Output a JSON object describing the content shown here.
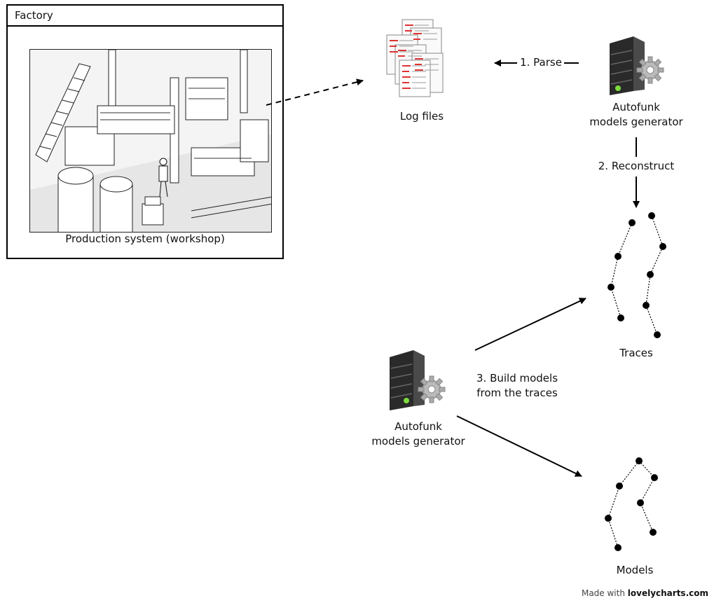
{
  "factory": {
    "title": "Factory",
    "caption": "Production system (workshop)"
  },
  "nodes": {
    "log_files": "Log files",
    "generator_top": {
      "line1": "Autofunk",
      "line2": "models generator"
    },
    "generator_bottom": {
      "line1": "Autofunk",
      "line2": "models generator"
    },
    "traces": "Traces",
    "models": "Models"
  },
  "edges": {
    "parse": "1. Parse",
    "reconstruct": "2. Reconstruct",
    "build": {
      "line1": "3. Build models",
      "line2": "from the traces"
    }
  },
  "footer": {
    "prefix": "Made with ",
    "brand": "lovelycharts.com"
  },
  "icons": {
    "factory_illustration": "factory-workshop-illustration",
    "log_files": "log-files-icon",
    "server": "server-gear-icon",
    "trace_graph": "trace-graph-icon",
    "model_graph": "model-graph-icon"
  }
}
